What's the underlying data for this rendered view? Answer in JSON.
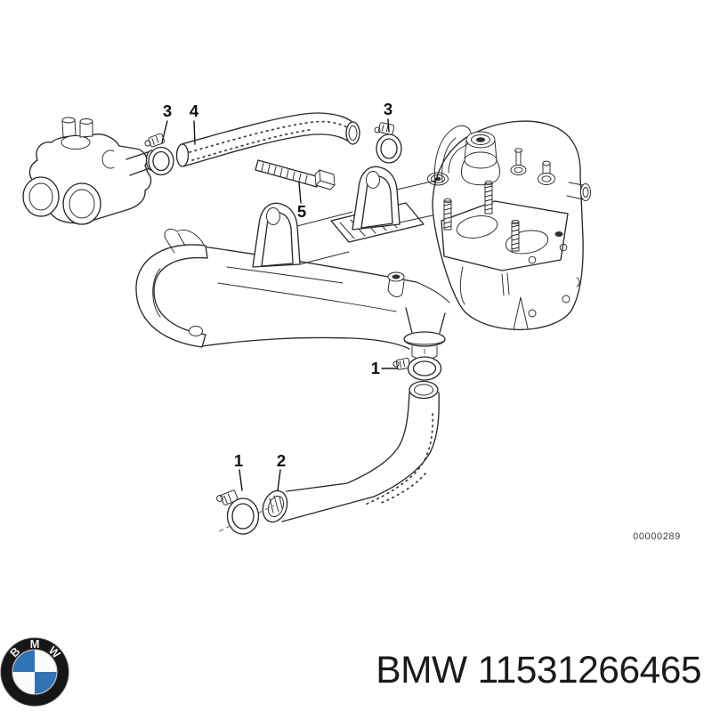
{
  "page": {
    "background": "#ffffff"
  },
  "diagram": {
    "description": "exploded-view line drawing of intake manifold with coolant hoses and clamps",
    "callouts": [
      {
        "id": "3-left",
        "label": "3"
      },
      {
        "id": "4",
        "label": "4"
      },
      {
        "id": "3-right",
        "label": "3"
      },
      {
        "id": "5",
        "label": "5"
      },
      {
        "id": "1-mid",
        "label": "1"
      },
      {
        "id": "1-bottom",
        "label": "1"
      },
      {
        "id": "2",
        "label": "2"
      }
    ],
    "drawing_number": "00000289"
  },
  "footer": {
    "brand": "BMW",
    "part_number": "11531266465",
    "logo": {
      "icon": "bmw-roundel",
      "letters": [
        "B",
        "M",
        "W"
      ],
      "colors": {
        "blue": "#3173b5",
        "black": "#161616",
        "white": "#f5f5f5"
      }
    }
  }
}
